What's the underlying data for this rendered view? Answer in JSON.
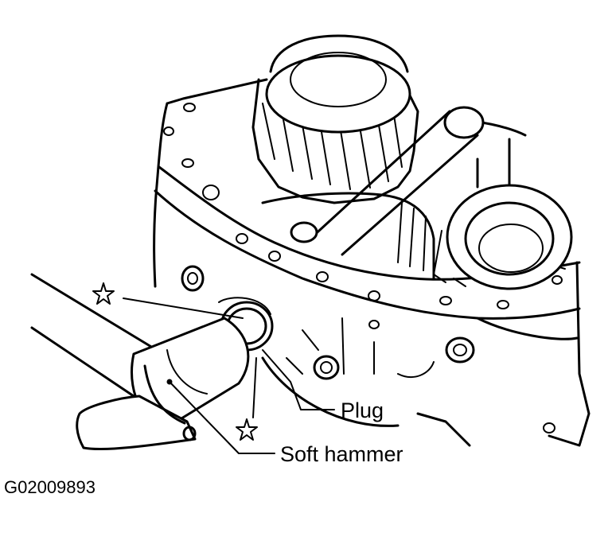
{
  "labels": {
    "plug": "Plug",
    "soft_hammer": "Soft hammer",
    "figure_code": "G02009893"
  },
  "symbols": {
    "marker": "star-icon"
  },
  "colors": {
    "ink": "#000000",
    "paper": "#ffffff"
  }
}
